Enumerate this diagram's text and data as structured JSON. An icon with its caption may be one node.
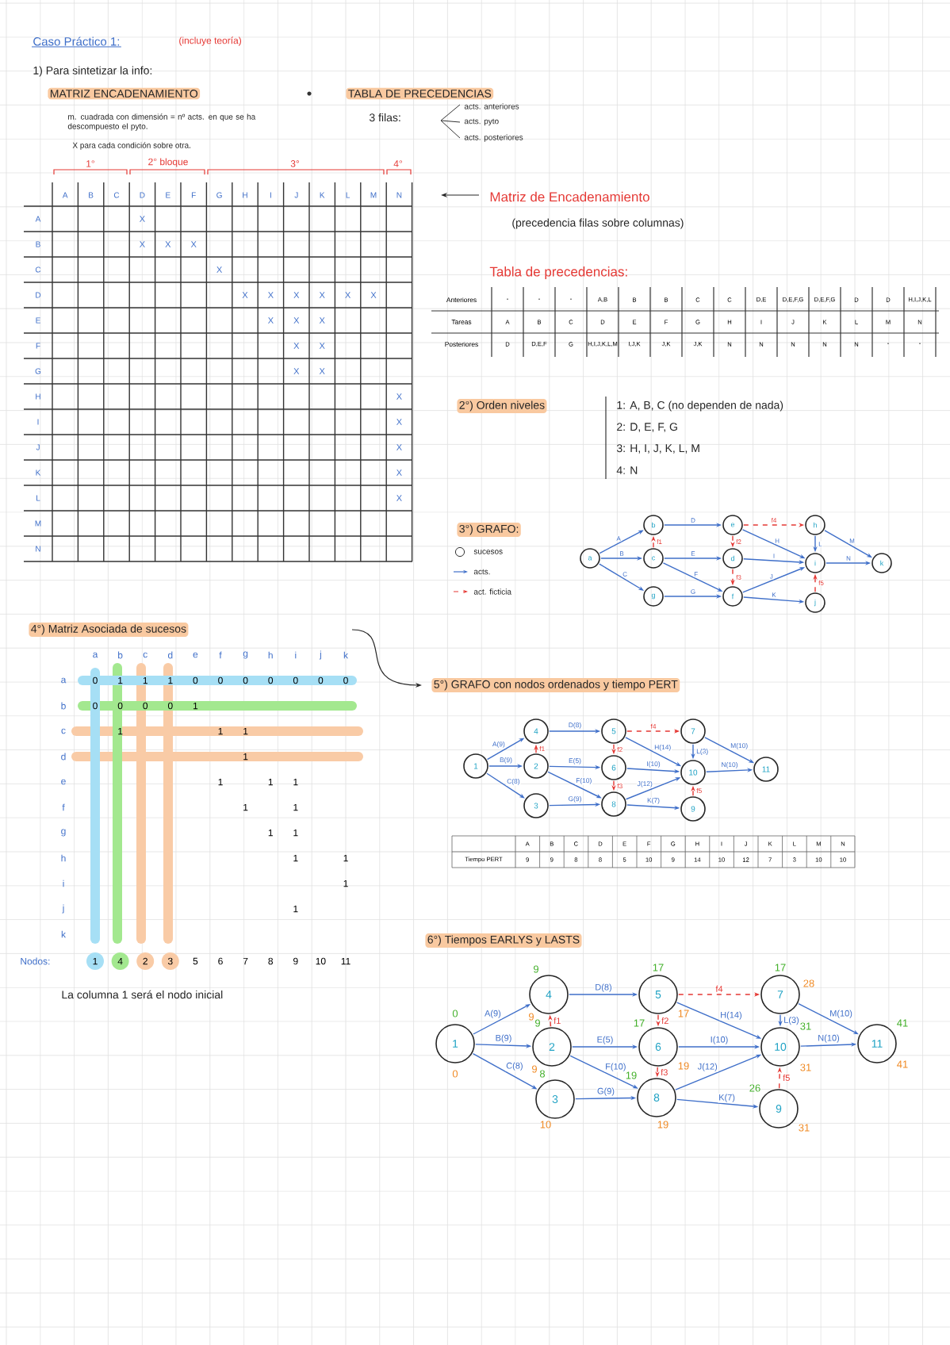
{
  "diagram": {
    "title": "Caso Práctico 1:",
    "nodes": [
      {
        "text": [
          "a"
        ]
      },
      {
        "text": [
          "b"
        ]
      },
      {
        "text": [
          "c"
        ]
      },
      {
        "text": [
          "d"
        ]
      },
      {
        "text": [
          "e"
        ]
      },
      {
        "text": [
          "f"
        ]
      },
      {
        "text": [
          "g"
        ]
      },
      {
        "text": [
          "h"
        ]
      },
      {
        "text": [
          "i"
        ]
      },
      {
        "text": [
          "j"
        ]
      },
      {
        "text": [
          "k"
        ]
      },
      {
        "text": [
          "1"
        ]
      },
      {
        "text": [
          "2"
        ]
      },
      {
        "text": [
          "3"
        ]
      },
      {
        "text": [
          "4"
        ]
      },
      {
        "text": [
          "5"
        ]
      },
      {
        "text": [
          "6"
        ]
      },
      {
        "text": [
          "7"
        ]
      },
      {
        "text": [
          "8"
        ]
      },
      {
        "text": [
          "9"
        ]
      },
      {
        "text": [
          "10"
        ]
      },
      {
        "text": [
          "11"
        ]
      },
      {
        "text": [
          "1"
        ],
        "beside": [
          "0",
          "0"
        ]
      },
      {
        "text": [
          "2"
        ],
        "beside": [
          "9",
          "9"
        ]
      },
      {
        "text": [
          "3"
        ],
        "beside": [
          "8",
          "10"
        ]
      },
      {
        "text": [
          "4"
        ],
        "beside": [
          "9",
          "9"
        ]
      },
      {
        "text": [
          "5"
        ],
        "beside": [
          "17",
          "17"
        ]
      },
      {
        "text": [
          "6"
        ],
        "beside": [
          "17",
          "19"
        ]
      },
      {
        "text": [
          "7"
        ],
        "beside": [
          "17",
          "28"
        ]
      },
      {
        "text": [
          "8"
        ],
        "beside": [
          "19",
          "19"
        ]
      },
      {
        "text": [
          "9"
        ],
        "beside": [
          "26",
          "31"
        ]
      },
      {
        "text": [
          "10"
        ],
        "beside": [
          "31",
          "31"
        ]
      },
      {
        "text": [
          "11"
        ],
        "beside": [
          "41",
          "41"
        ]
      }
    ],
    "edges": [
      {
        "from": 0,
        "to": 1,
        "arrow": "to",
        "label": "A"
      },
      {
        "from": 0,
        "to": 2,
        "arrow": "to",
        "label": "B"
      },
      {
        "from": 0,
        "to": 6,
        "arrow": "to",
        "label": "C"
      },
      {
        "from": 1,
        "to": 4,
        "arrow": "to",
        "label": "D"
      },
      {
        "from": 2,
        "to": 3,
        "arrow": "to",
        "label": "E"
      },
      {
        "from": 2,
        "to": 5,
        "arrow": "to",
        "label": "F"
      },
      {
        "from": 6,
        "to": 5,
        "arrow": "to",
        "label": "G"
      },
      {
        "from": 4,
        "to": 8,
        "arrow": "to",
        "label": "H"
      },
      {
        "from": 3,
        "to": 8,
        "arrow": "to",
        "label": "I"
      },
      {
        "from": 5,
        "to": 8,
        "arrow": "to",
        "label": "J"
      },
      {
        "from": 5,
        "to": 9,
        "arrow": "to",
        "label": "K"
      },
      {
        "from": 7,
        "to": 8,
        "arrow": "to",
        "label": "L"
      },
      {
        "from": 7,
        "to": 10,
        "arrow": "to",
        "label": "M"
      },
      {
        "from": 8,
        "to": 10,
        "arrow": "to",
        "label": "N"
      },
      {
        "from": 2,
        "to": 1,
        "arrow": "to",
        "label": "f1",
        "style": "dashed",
        "color": "#e53935"
      },
      {
        "from": 4,
        "to": 3,
        "arrow": "to",
        "label": "f2",
        "style": "dashed",
        "color": "#e53935"
      },
      {
        "from": 3,
        "to": 5,
        "arrow": "to",
        "label": "f3",
        "style": "dashed",
        "color": "#e53935"
      },
      {
        "from": 4,
        "to": 7,
        "arrow": "to",
        "label": "f4",
        "style": "dashed",
        "color": "#e53935"
      },
      {
        "from": 9,
        "to": 8,
        "arrow": "to",
        "label": "f5",
        "style": "dashed",
        "color": "#e53935"
      },
      {
        "from": 11,
        "to": 14,
        "arrow": "to",
        "label": "A(9)"
      },
      {
        "from": 11,
        "to": 12,
        "arrow": "to",
        "label": "B(9)"
      },
      {
        "from": 11,
        "to": 13,
        "arrow": "to",
        "label": "C(8)"
      },
      {
        "from": 14,
        "to": 15,
        "arrow": "to",
        "label": "D(8)"
      },
      {
        "from": 12,
        "to": 16,
        "arrow": "to",
        "label": "E(5)"
      },
      {
        "from": 12,
        "to": 18,
        "arrow": "to",
        "label": "F(10)"
      },
      {
        "from": 13,
        "to": 18,
        "arrow": "to",
        "label": "G(9)"
      },
      {
        "from": 15,
        "to": 20,
        "arrow": "to",
        "label": "H(14)"
      },
      {
        "from": 16,
        "to": 20,
        "arrow": "to",
        "label": "I(10)"
      },
      {
        "from": 18,
        "to": 20,
        "arrow": "to",
        "label": "J(12)"
      },
      {
        "from": 18,
        "to": 19,
        "arrow": "to",
        "label": "K(7)"
      },
      {
        "from": 17,
        "to": 20,
        "arrow": "to",
        "label": "L(3)"
      },
      {
        "from": 17,
        "to": 21,
        "arrow": "to",
        "label": "M(10)"
      },
      {
        "from": 20,
        "to": 21,
        "arrow": "to",
        "label": "N(10)"
      },
      {
        "from": 12,
        "to": 14,
        "arrow": "to",
        "label": "f1",
        "style": "dashed",
        "color": "#e53935"
      },
      {
        "from": 15,
        "to": 16,
        "arrow": "to",
        "label": "f2",
        "style": "dashed",
        "color": "#e53935"
      },
      {
        "from": 16,
        "to": 18,
        "arrow": "to",
        "label": "f3",
        "style": "dashed",
        "color": "#e53935"
      },
      {
        "from": 15,
        "to": 17,
        "arrow": "to",
        "label": "f4",
        "style": "dashed",
        "color": "#e53935"
      },
      {
        "from": 19,
        "to": 20,
        "arrow": "to",
        "label": "f5",
        "style": "dashed",
        "color": "#e53935"
      },
      {
        "from": 22,
        "to": 25,
        "arrow": "to",
        "label": "A(9)"
      },
      {
        "from": 22,
        "to": 23,
        "arrow": "to",
        "label": "B(9)"
      },
      {
        "from": 22,
        "to": 24,
        "arrow": "to",
        "label": "C(8)"
      },
      {
        "from": 25,
        "to": 26,
        "arrow": "to",
        "label": "D(8)"
      },
      {
        "from": 23,
        "to": 27,
        "arrow": "to",
        "label": "E(5)"
      },
      {
        "from": 23,
        "to": 29,
        "arrow": "to",
        "label": "F(10)"
      },
      {
        "from": 24,
        "to": 29,
        "arrow": "to",
        "label": "G(9)"
      },
      {
        "from": 26,
        "to": 31,
        "arrow": "to",
        "label": "H(14)"
      },
      {
        "from": 27,
        "to": 31,
        "arrow": "to",
        "label": "I(10)"
      },
      {
        "from": 29,
        "to": 31,
        "arrow": "to",
        "label": "J(12)"
      },
      {
        "from": 29,
        "to": 30,
        "arrow": "to",
        "label": "K(7)"
      },
      {
        "from": 28,
        "to": 31,
        "arrow": "to",
        "label": "L(3)"
      },
      {
        "from": 28,
        "to": 32,
        "arrow": "to",
        "label": "M(10)"
      },
      {
        "from": 31,
        "to": 32,
        "arrow": "to",
        "label": "N(10)"
      },
      {
        "from": 23,
        "to": 25,
        "arrow": "to",
        "label": "f1",
        "style": "dashed",
        "color": "#e53935"
      },
      {
        "from": 26,
        "to": 27,
        "arrow": "to",
        "label": "f2",
        "style": "dashed",
        "color": "#e53935"
      },
      {
        "from": 27,
        "to": 29,
        "arrow": "to",
        "label": "f3",
        "style": "dashed",
        "color": "#e53935"
      },
      {
        "from": 26,
        "to": 28,
        "arrow": "to",
        "label": "f4",
        "style": "dashed",
        "color": "#e53935"
      },
      {
        "from": 30,
        "to": 31,
        "arrow": "to",
        "label": "f5",
        "style": "dashed",
        "color": "#e53935"
      }
    ],
    "labels": [
      "(incluye teoría)",
      "1) Para sintetizar la info:",
      "MATRIZ ENCADENAMIENTO",
      "TABLA DE PRECEDENCIAS",
      "m. cuadrada con dimensión = nº acts. en que se ha descompuesto el pyto.",
      "X para cada condición sobre otra.",
      "3 filas:",
      "acts. anteriores",
      "acts. pyto",
      "acts. posteriores",
      "1°",
      "2° bloque",
      "3°",
      "4°",
      "A",
      "B",
      "C",
      "D",
      "E",
      "F",
      "G",
      "H",
      "I",
      "J",
      "K",
      "L",
      "M",
      "N",
      "A",
      "B",
      "C",
      "D",
      "E",
      "F",
      "G",
      "H",
      "I",
      "J",
      "K",
      "L",
      "M",
      "N",
      "X",
      "X",
      "X",
      "X",
      "X",
      "X",
      "X",
      "X",
      "X",
      "X",
      "X",
      "X",
      "X",
      "X",
      "X",
      "X",
      "X",
      "X",
      "X",
      "X",
      "X",
      "X",
      "X",
      "Matriz de Encadenamiento",
      "(precedencia filas sobre columnas)",
      "Tabla de precedencias:",
      "Anteriores",
      "-",
      "-",
      "-",
      "A,B",
      "B",
      "B",
      "C",
      "C",
      "D,E",
      "D,E,F,G",
      "D,E,F,G",
      "D",
      "D",
      "H,I,J,K,L",
      "Tareas",
      "A",
      "B",
      "C",
      "D",
      "E",
      "F",
      "G",
      "H",
      "I",
      "J",
      "K",
      "L",
      "M",
      "N",
      "Posteriores",
      "D",
      "D,E,F",
      "G",
      "H,I,J,K,L,M",
      "I,J,K",
      "J,K",
      "J,K",
      "N",
      "N",
      "N",
      "N",
      "N",
      "-",
      "-",
      "2°) Orden niveles",
      "1: A, B, C (no dependen de nada)",
      "2: D, E, F, G",
      "3: H, I, J, K, L, M",
      "4: N",
      "3°) GRAFO:",
      "4°) Matriz Asociada de sucesos",
      "a",
      "b",
      "c",
      "d",
      "e",
      "f",
      "g",
      "h",
      "i",
      "j",
      "k",
      "a",
      "b",
      "c",
      "d",
      "e",
      "f",
      "g",
      "h",
      "i",
      "j",
      "k",
      "0",
      "1",
      "1",
      "1",
      "0",
      "0",
      "0",
      "0",
      "0",
      "0",
      "0",
      "0",
      "0",
      "0",
      "0",
      "1",
      "1",
      "1",
      "1",
      "1",
      "1",
      "1",
      "1",
      "1",
      "1",
      "1",
      "1",
      "1",
      "1",
      "1",
      "1",
      "Nodos:",
      "1",
      "4",
      "2",
      "3",
      "5",
      "6",
      "7",
      "8",
      "9",
      "10",
      "11",
      "La columna 1 será el nodo inicial",
      "5°) GRAFO con nodos ordenados y tiempo PERT",
      "A",
      "B",
      "C",
      "D",
      "E",
      "F",
      "G",
      "H",
      "I",
      "J",
      "K",
      "L",
      "M",
      "N",
      "Tiempo PERT",
      "9",
      "9",
      "8",
      "8",
      "5",
      "10",
      "9",
      "14",
      "10",
      "12",
      "7",
      "3",
      "10",
      "10",
      "6°) Tiempos EARLYS y LASTS"
    ],
    "legend": [
      {
        "text": "sucesos"
      },
      {
        "text": "acts."
      },
      {
        "text": "act. ficticia"
      }
    ]
  }
}
